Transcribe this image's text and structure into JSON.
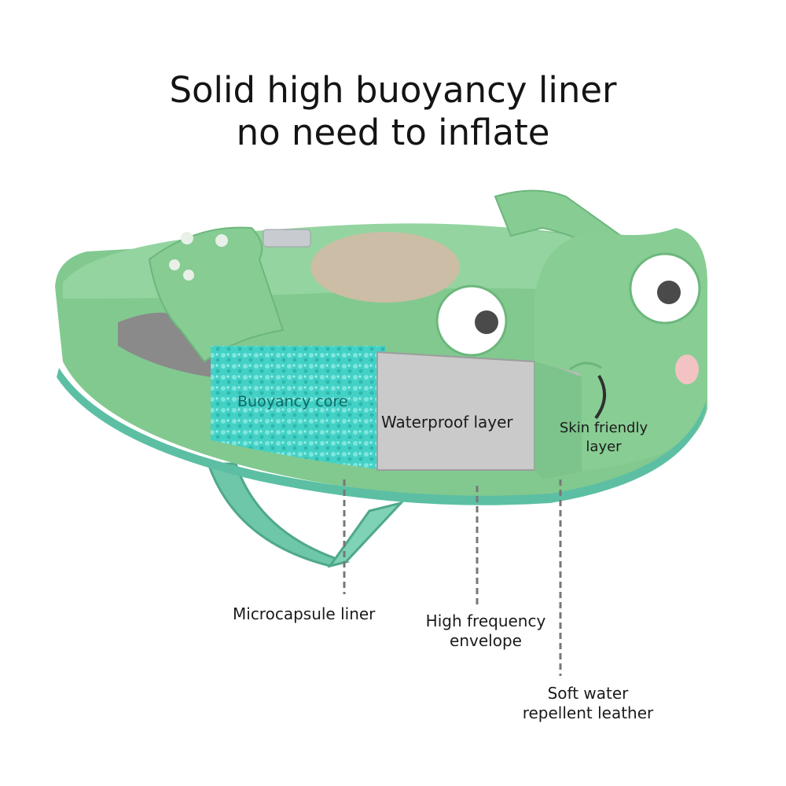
{
  "headline": {
    "line1": "Solid high buoyancy liner",
    "line2": "no need to inflate"
  },
  "labels": {
    "buoyancy_core": "Buoyancy core",
    "waterproof_layer": "Waterproof layer",
    "skin_friendly_line1": "Skin friendly",
    "skin_friendly_line2": "layer",
    "microcapsule_liner": "Microcapsule liner",
    "high_frequency_line1": "High frequency",
    "high_frequency_line2": "envelope",
    "soft_water_line1": "Soft water",
    "soft_water_line2": "repellent leather"
  },
  "colors": {
    "body_green": "#7cc48b",
    "dark_green": "#5fae74",
    "core_teal": "#3fcfc4",
    "waterproof_gray": "#c9c9c9",
    "strap_teal": "#6fc7a9"
  }
}
